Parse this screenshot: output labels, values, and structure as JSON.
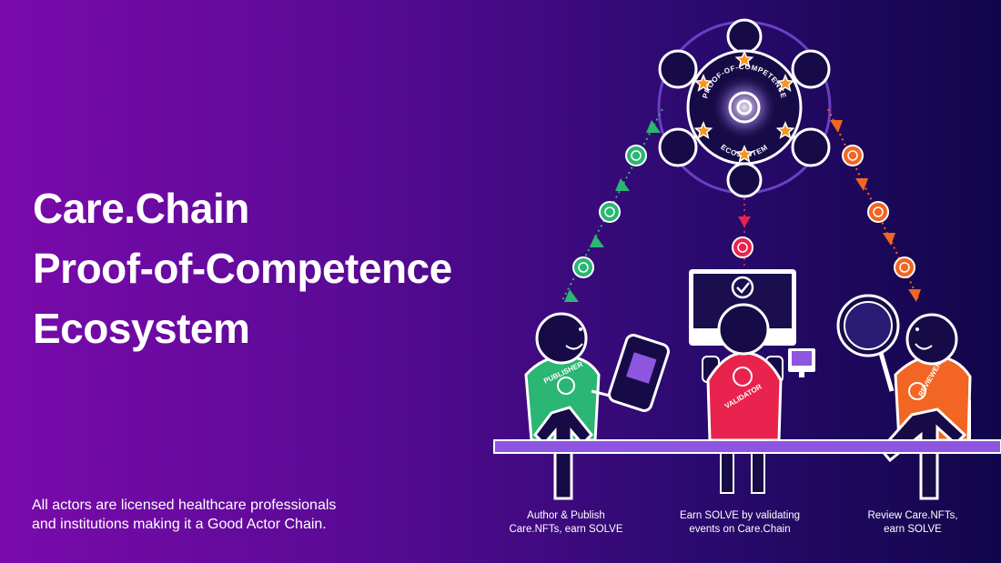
{
  "title": {
    "line1": "Care.Chain",
    "line2": "Proof-of-Competence",
    "line3": "Ecosystem"
  },
  "subtitle": {
    "line1": "All actors are licensed healthcare professionals",
    "line2": "and institutions making it a Good Actor Chain."
  },
  "hub": {
    "ring_text_top": "PROOF-OF-COMPETENCE",
    "ring_text_bottom": "ECOSYSTEM",
    "stars": 6
  },
  "actors": [
    {
      "role": "PUBLISHER",
      "color": "#2bb673",
      "caption_line1": "Author & Publish",
      "caption_line2": "Care.NFTs, earn SOLVE",
      "icon": "tablet-document-icon"
    },
    {
      "role": "VALIDATOR",
      "color": "#e8234e",
      "caption_line1": "Earn SOLVE by validating",
      "caption_line2": "events on Care.Chain",
      "icon": "monitor-checkmark-icon"
    },
    {
      "role": "REVIEWER",
      "color": "#f26522",
      "caption_line1": "Review Care.NFTs,",
      "caption_line2": "earn SOLVE",
      "icon": "magnifying-glass-icon"
    }
  ],
  "colors": {
    "hub_ring": "#6b3fc4",
    "desk": "#8e55e0",
    "star": "#f7941d",
    "publisher_flow": "#2bb673",
    "validator_flow": "#e8234e",
    "reviewer_flow": "#f26522"
  }
}
